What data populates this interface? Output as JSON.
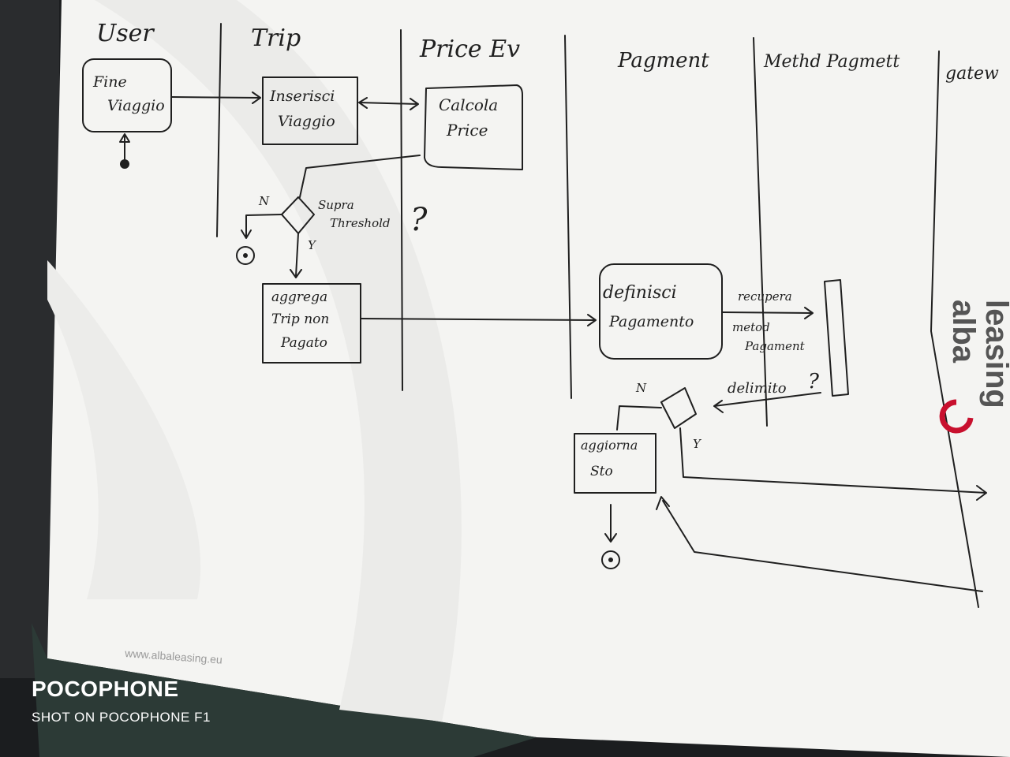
{
  "lanes": [
    {
      "id": "user",
      "label": "User"
    },
    {
      "id": "trip",
      "label": "Trip"
    },
    {
      "id": "price",
      "label": "Price Ev"
    },
    {
      "id": "payment",
      "label": "Pagment"
    },
    {
      "id": "method",
      "label": "Methd Pagmett"
    },
    {
      "id": "gateway",
      "label": "gatew"
    }
  ],
  "nodes": {
    "fine_viaggio": [
      "Fine",
      "Viaggio"
    ],
    "inserisci_viaggio": [
      "Inserisci",
      "Viaggio"
    ],
    "calcola_price": [
      "Calcola",
      "Price"
    ],
    "supra_threshold": [
      "Supra",
      "Threshold"
    ],
    "aggrega_trip": [
      "aggrega",
      "Trip non",
      "Pagato"
    ],
    "definisci_pagamento": [
      "definisci",
      "Pagamento"
    ],
    "recupera_metod": [
      "recupera",
      "metod",
      "Pagament"
    ],
    "delimito": "delimito",
    "aggiorna_sto": [
      "aggiorna",
      "Sto"
    ],
    "question_mark": "?"
  },
  "branch_labels": {
    "first_no": "N",
    "first_yes": "Y",
    "second_no": "N",
    "second_yes": "Y"
  },
  "paper": {
    "website": "www.albaleasing.eu",
    "logo_line1": "alba",
    "logo_line2": "leasing"
  },
  "watermark": {
    "brand": "POCOPHONE",
    "caption": "SHOT ON POCOPHONE F1"
  },
  "colors": {
    "paper": "#f4f4f2",
    "ink": "#1f1f1f",
    "swoosh": "#e6e6e6",
    "logo_red": "#c8102e"
  }
}
